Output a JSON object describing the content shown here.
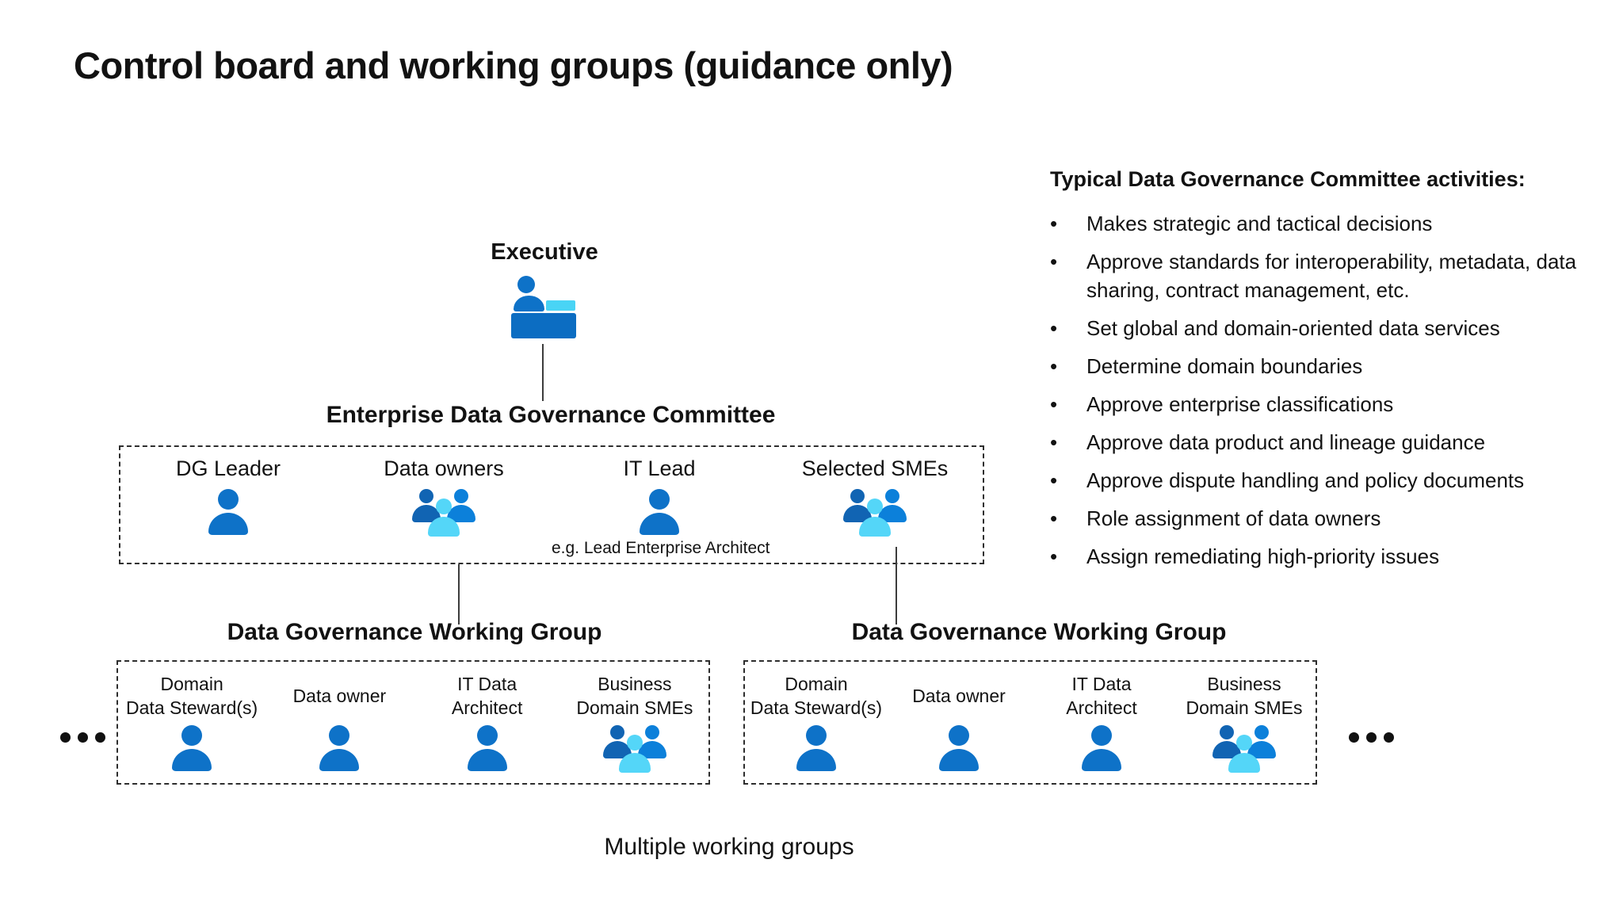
{
  "slide": {
    "title": "Control board and working groups (guidance only)",
    "footer_note": "Multiple working groups"
  },
  "org": {
    "executive": {
      "label": "Executive"
    },
    "committee": {
      "title": "Enterprise Data Governance Committee",
      "roles": [
        {
          "label": "DG Leader",
          "icon": "person"
        },
        {
          "label": "Data owners",
          "icon": "people"
        },
        {
          "label": "IT Lead",
          "icon": "person",
          "note": "e.g. Lead Enterprise Architect"
        },
        {
          "label": "Selected SMEs",
          "icon": "people"
        }
      ]
    },
    "working_groups": [
      {
        "title": "Data Governance Working Group",
        "members": [
          {
            "line1": "Domain",
            "line2": "Data Steward(s)",
            "icon": "person"
          },
          {
            "line1": "Data owner",
            "line2": "",
            "icon": "person"
          },
          {
            "line1": "IT Data",
            "line2": "Architect",
            "icon": "person"
          },
          {
            "line1": "Business",
            "line2": "Domain SMEs",
            "icon": "people"
          }
        ]
      },
      {
        "title": "Data Governance Working Group",
        "members": [
          {
            "line1": "Domain",
            "line2": "Data Steward(s)",
            "icon": "person"
          },
          {
            "line1": "Data owner",
            "line2": "",
            "icon": "person"
          },
          {
            "line1": "IT Data",
            "line2": "Architect",
            "icon": "person"
          },
          {
            "line1": "Business",
            "line2": "Domain SMEs",
            "icon": "people"
          }
        ]
      }
    ]
  },
  "activities": {
    "heading": "Typical Data Governance Committee activities:",
    "bullet": "•",
    "items": [
      "Makes strategic and tactical decisions",
      "Approve standards for interoperability, metadata, data sharing, contract management, etc.",
      "Set global and domain-oriented data services",
      "Determine domain boundaries",
      "Approve enterprise classifications",
      "Approve data product and lineage guidance",
      "Approve dispute handling and policy documents",
      "Role assignment of data owners",
      "Assign remediating high-priority issues"
    ]
  },
  "colors": {
    "person_blue": "#0E72C8",
    "person_blue_deep": "#1164B3",
    "person_blue_bright": "#0C80DA",
    "person_cyan": "#54D6F8",
    "desk_blue": "#0C6DC2",
    "laptop_cyan": "#49D4F5",
    "ink": "#121212"
  }
}
